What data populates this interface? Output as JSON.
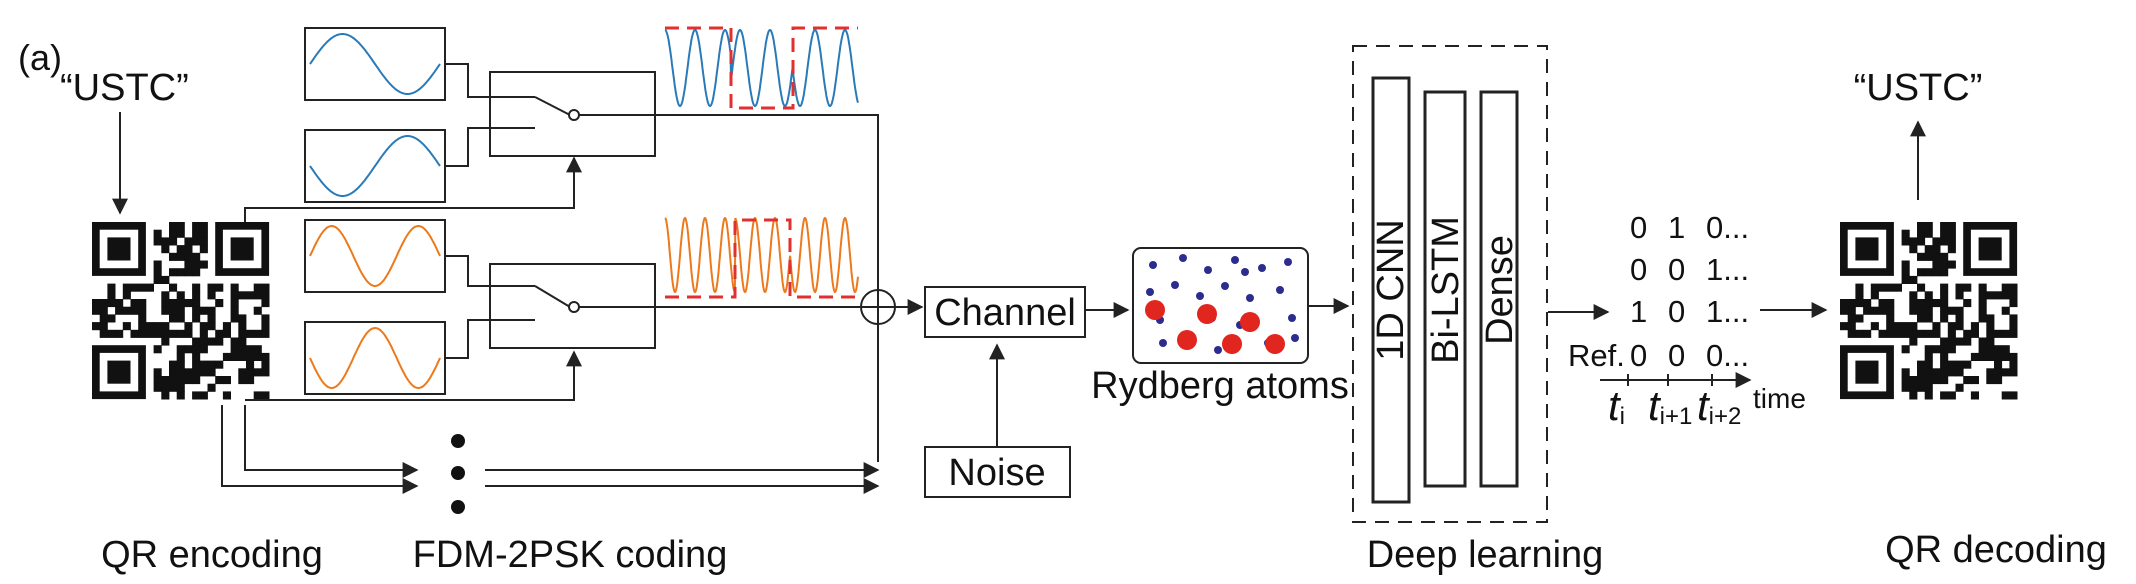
{
  "panel_label": "(a)",
  "input_text": "“USTC”",
  "output_text": "“USTC”",
  "captions": {
    "qr_encoding": "QR encoding",
    "fdm_coding": "FDM-2PSK coding",
    "rydberg": "Rydberg atoms",
    "deep_learning": "Deep learning",
    "qr_decoding": "QR decoding"
  },
  "blocks": {
    "channel": "Channel",
    "noise": "Noise",
    "cnn": "1D CNN",
    "lstm": "Bi-LSTM",
    "dense": "Dense"
  },
  "bit_matrix": {
    "rows": [
      [
        "0",
        "1",
        "0..."
      ],
      [
        "0",
        "0",
        "1..."
      ],
      [
        "1",
        "0",
        "1..."
      ]
    ],
    "ref_label": "Ref.",
    "ref_row": [
      "0",
      "0",
      "0..."
    ]
  },
  "time_axis": {
    "ticks": [
      {
        "base": "t",
        "sub": "i"
      },
      {
        "base": "t",
        "sub": "i+1"
      },
      {
        "base": "t",
        "sub": "i+2"
      }
    ],
    "label": "time"
  },
  "colors": {
    "carrier_blue": "#2a7ab8",
    "carrier_orange": "#ec7a1c",
    "phase_marker": "#e03030",
    "atom_large": "#e0261e",
    "atom_small": "#2c2c8e",
    "ink": "#111111"
  },
  "icons": [
    "qr-code-icon",
    "switch-icon",
    "summing-junction-icon",
    "ellipsis-dots-icon"
  ]
}
